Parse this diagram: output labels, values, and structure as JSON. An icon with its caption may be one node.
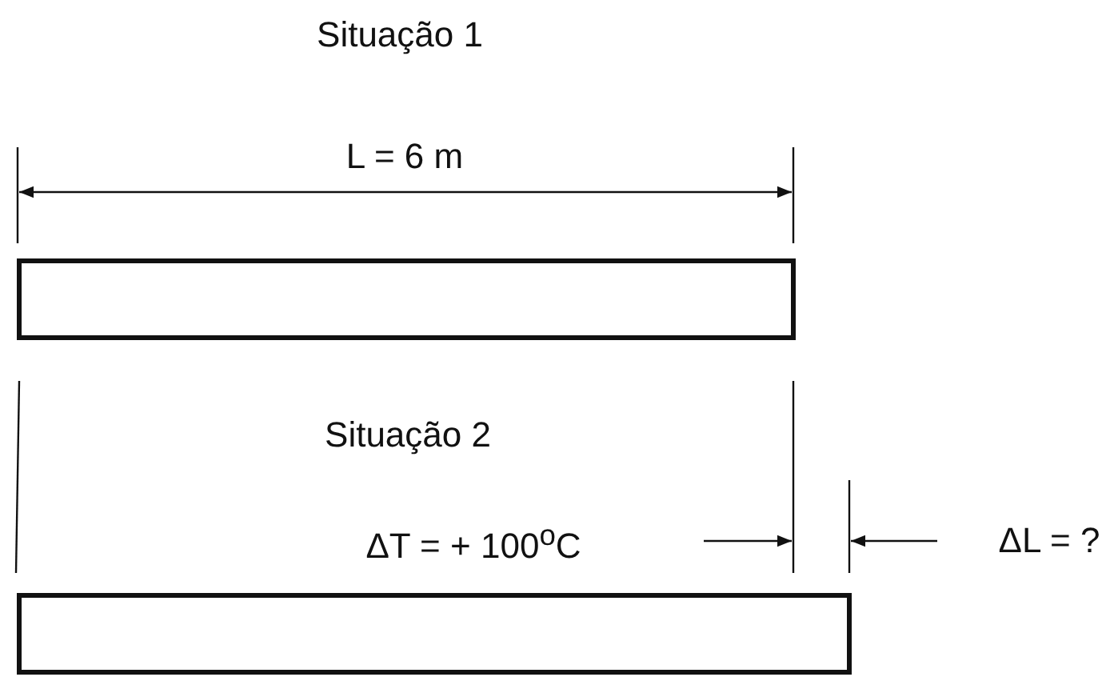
{
  "diagram": {
    "nodes": [
      {
        "text": [],
        "shape": "bar"
      },
      {
        "text": [],
        "shape": "bar"
      }
    ],
    "labels": [
      "Situação 1",
      "L = 6 m",
      "Situação 2",
      "ΔT = + 100$^{o}$C",
      "ΔL = ?"
    ]
  }
}
